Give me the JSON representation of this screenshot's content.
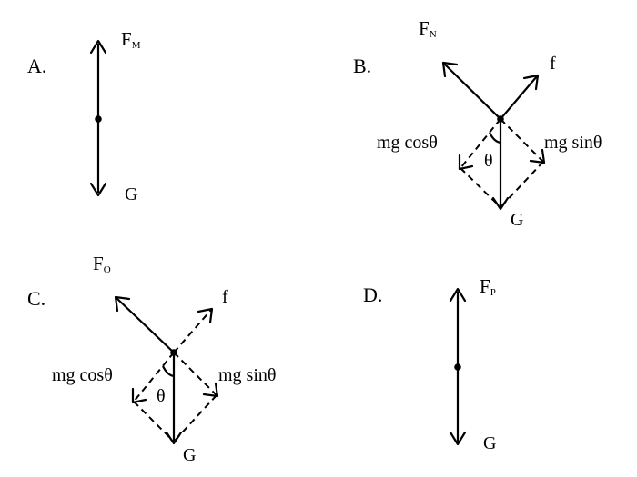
{
  "options": {
    "a": {
      "label": "A.",
      "force_up": "F",
      "force_up_sub": "M",
      "force_down": "G"
    },
    "b": {
      "label": "B.",
      "normal": "F",
      "normal_sub": "N",
      "friction": "f",
      "component_cos": "mg cosθ",
      "component_sin": "mg sinθ",
      "angle": "θ",
      "weight": "G"
    },
    "c": {
      "label": "C.",
      "normal": "F",
      "normal_sub": "O",
      "friction": "f",
      "component_cos": "mg cosθ",
      "component_sin": "mg sinθ",
      "angle": "θ",
      "weight": "G"
    },
    "d": {
      "label": "D.",
      "force_up": "F",
      "force_up_sub": "P",
      "force_down": "G"
    }
  }
}
